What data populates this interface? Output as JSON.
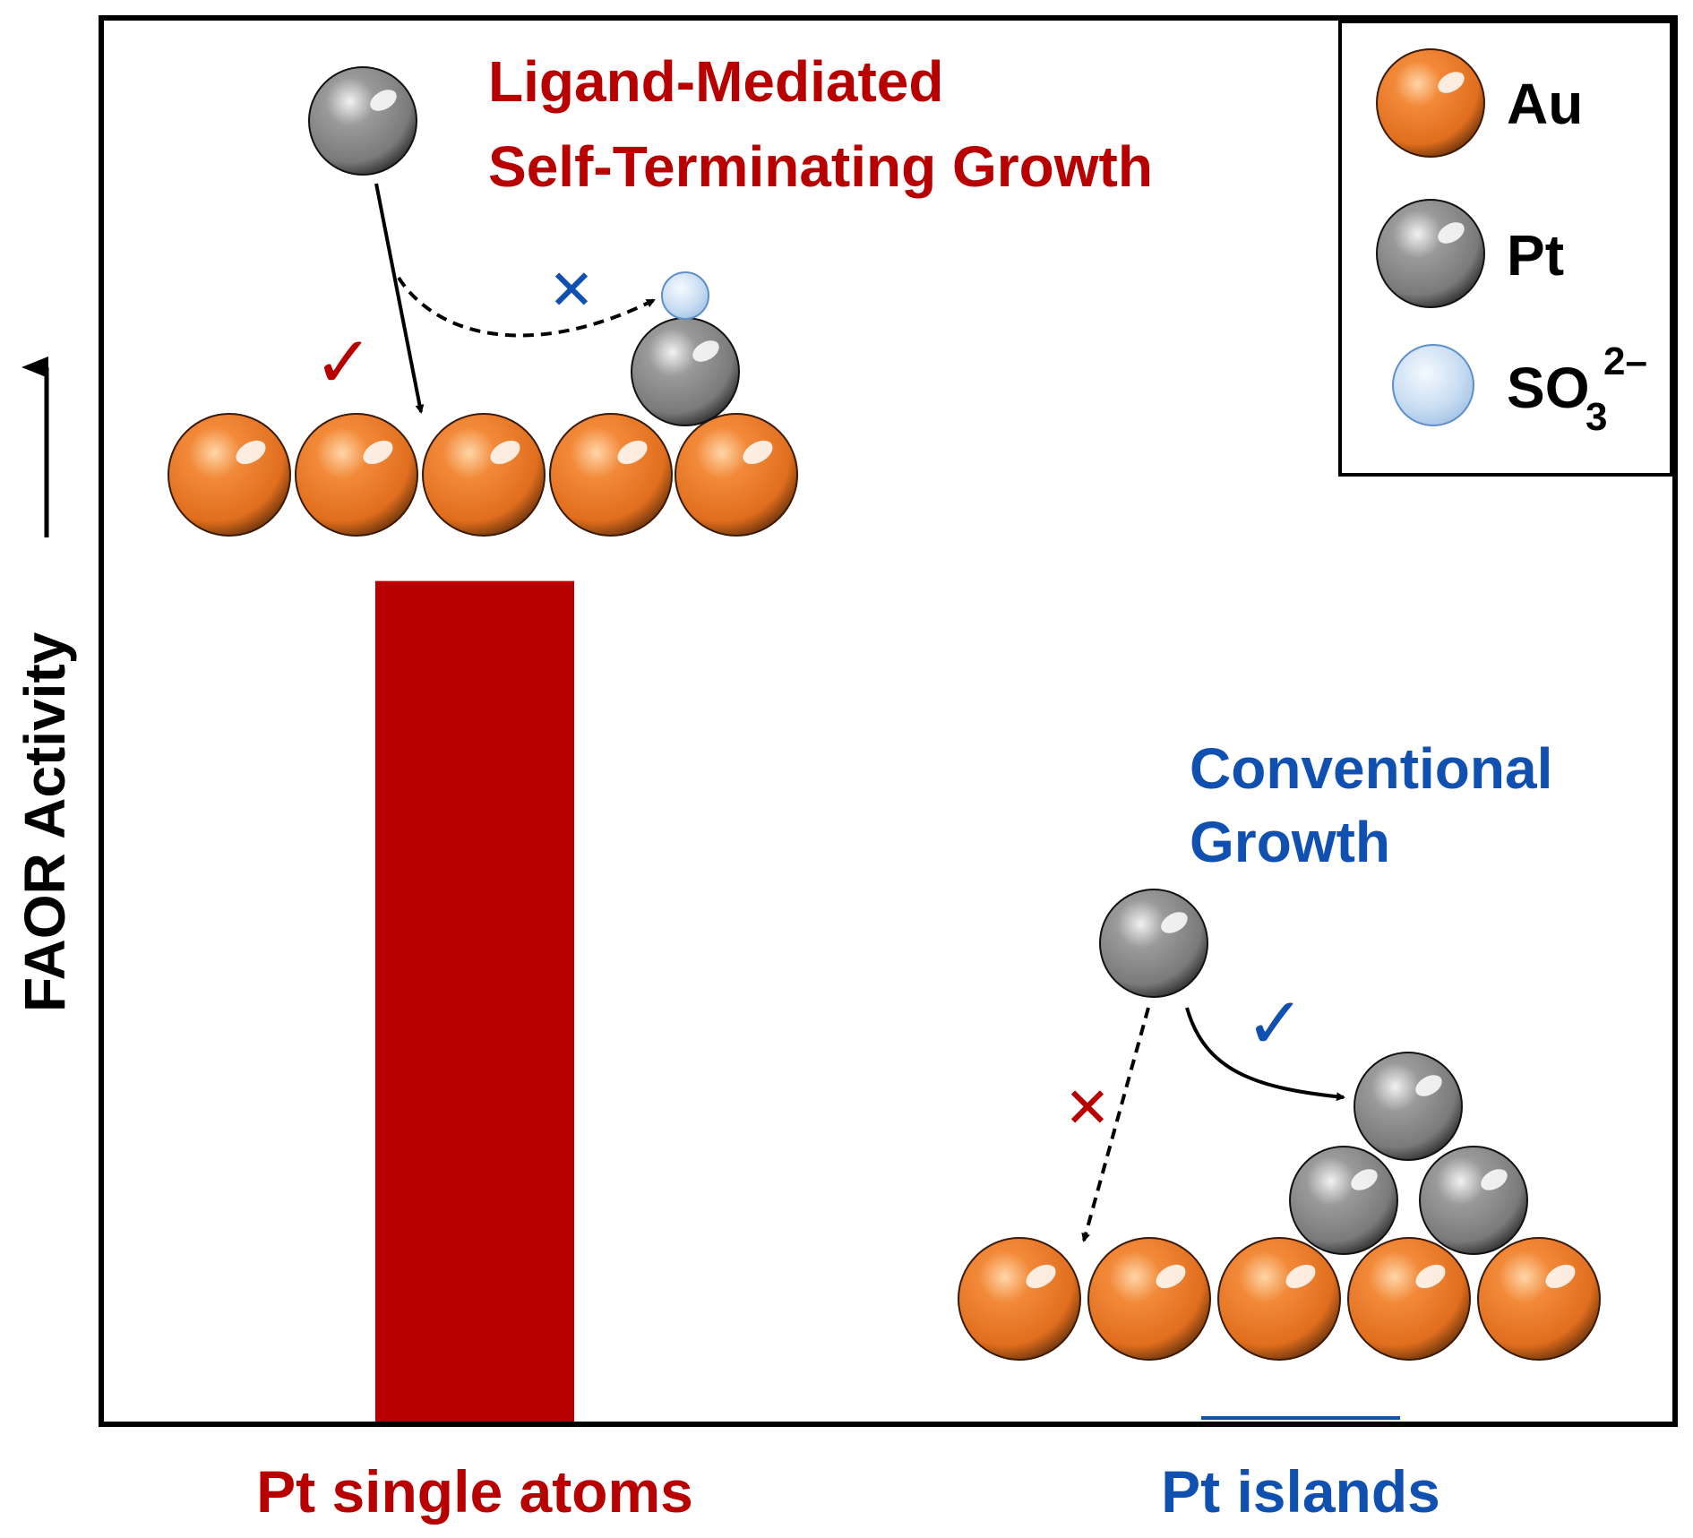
{
  "colors": {
    "red": "#B80000",
    "blue": "#1050B0",
    "au_orange": "#F08030",
    "pt_gray": "#8A8A8A",
    "so3_blue": "#C8DDF2",
    "frame": "#000000"
  },
  "annotations": {
    "ligand_line1": "Ligand-Mediated",
    "ligand_line2": "Self-Terminating Growth",
    "conventional_line1": "Conventional",
    "conventional_line2": "Growth",
    "check_mark": "✓",
    "cross_mark": "✕"
  },
  "legend": {
    "placement": "top-right",
    "items": [
      {
        "label": "Au",
        "icon": "au-sphere-icon"
      },
      {
        "label": "Pt",
        "icon": "pt-sphere-icon"
      },
      {
        "label": "SO",
        "subscript": "3",
        "superscript": "2–",
        "icon": "so3-sphere-icon"
      }
    ]
  },
  "chart_data": {
    "type": "bar",
    "categories": [
      "Pt single atoms",
      "Pt islands"
    ],
    "values": [
      0.6,
      0.0
    ],
    "ylabel": "FAOR Activity",
    "ylim": [
      0,
      1
    ],
    "grid": false,
    "bar_colors": [
      "#B80000",
      "#1050B0"
    ]
  }
}
